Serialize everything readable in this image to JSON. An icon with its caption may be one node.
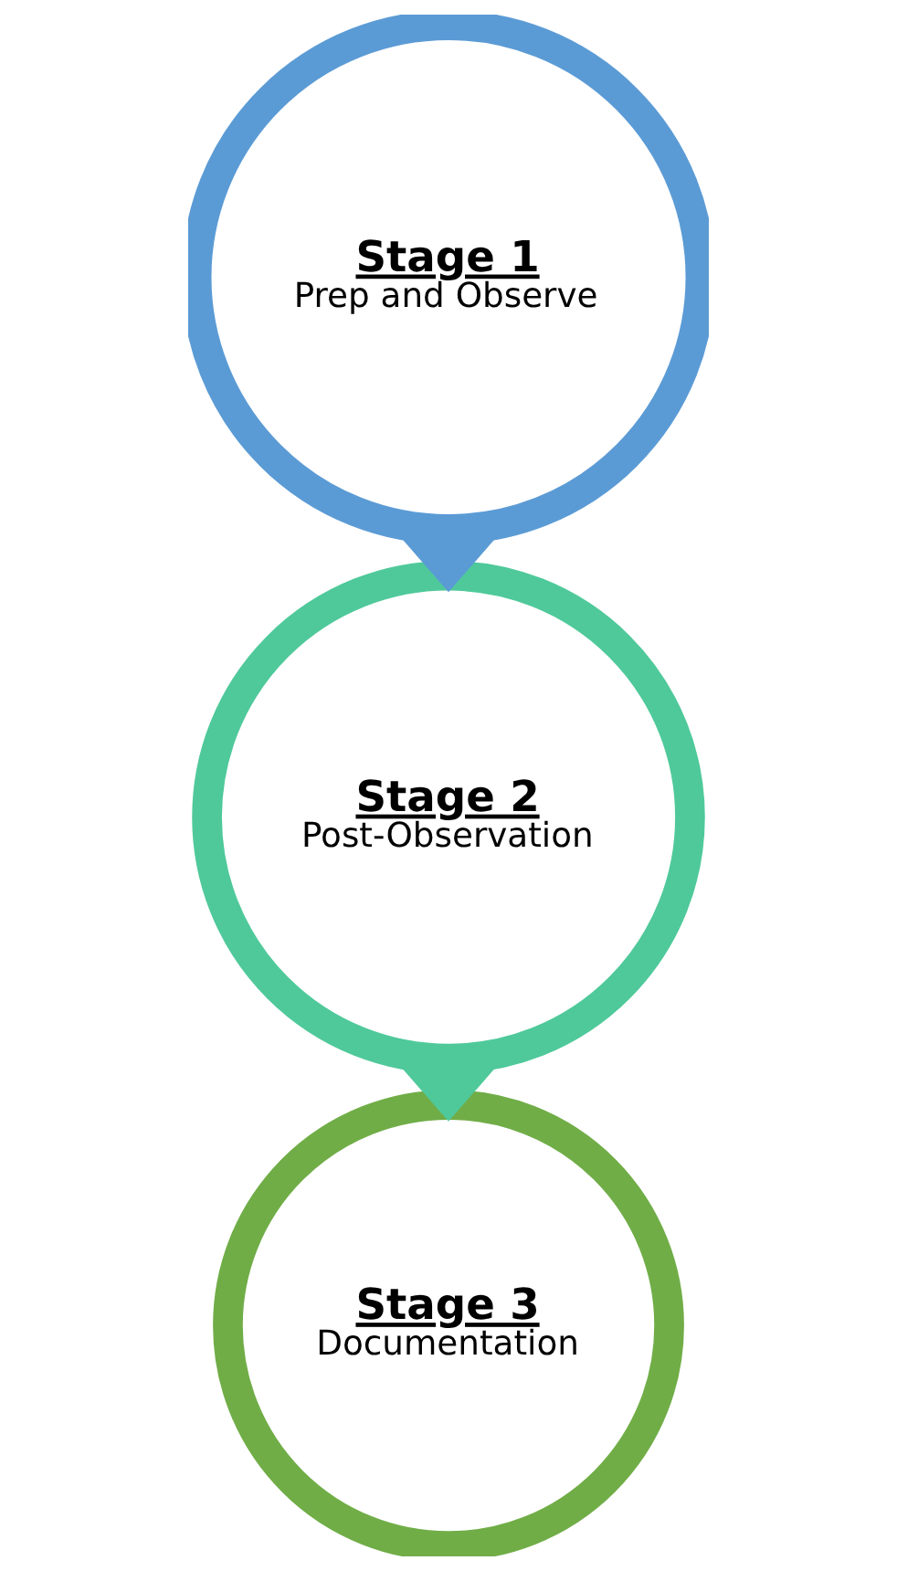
{
  "diagram": {
    "nodes": [
      {
        "text": [
          "Stage 1",
          "Prep and Observe"
        ]
      },
      {
        "text": [
          "Stage 2",
          "Post-Observation"
        ]
      },
      {
        "text": [
          "Stage 3",
          "Documentation"
        ]
      }
    ],
    "edges": [
      {
        "from": 0,
        "to": 1,
        "arrow": "to",
        "color": "#5b9bd5"
      },
      {
        "from": 1,
        "to": 2,
        "arrow": "to",
        "color": "#4fc99a"
      }
    ]
  }
}
